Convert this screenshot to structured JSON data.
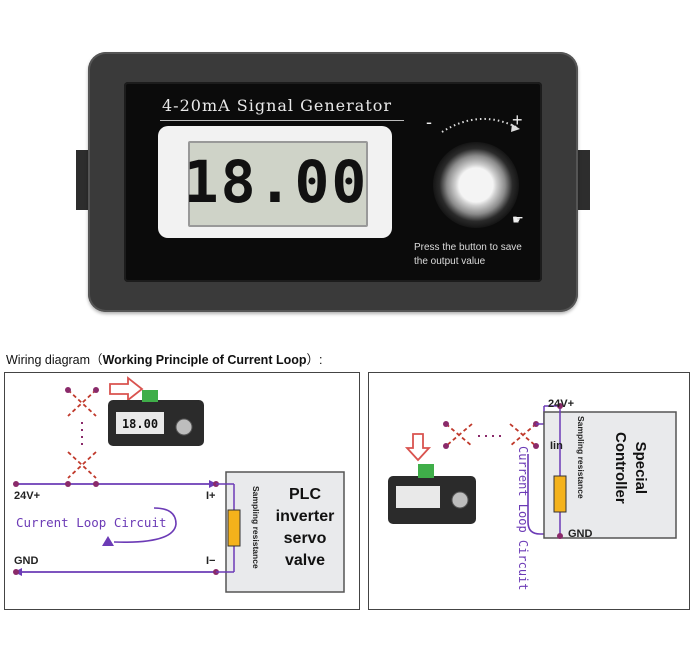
{
  "device": {
    "title": "4-20mA Signal Generator",
    "display_value": "18.00",
    "knob_minus": "-",
    "knob_plus": "+",
    "save_note_line1": "Press the button to save",
    "save_note_line2": "the output value"
  },
  "caption": {
    "prefix": "Wiring diagram（",
    "bold": "Working Principle of Current Loop",
    "suffix": "）:"
  },
  "left_diagram": {
    "supply_pos": "24V+",
    "supply_gnd": "GND",
    "terminal_pos": "I+",
    "terminal_neg": "I−",
    "loop_label": "Current Loop Circuit",
    "resistor_label": "Sampling resistance",
    "device_lines": [
      "PLC",
      "inverter",
      "servo",
      "valve"
    ],
    "mini_display": "18.00"
  },
  "right_diagram": {
    "supply_pos": "24V+",
    "supply_gnd": "GND",
    "terminal_in": "Iin",
    "loop_label": "Current Loop Circuit",
    "resistor_label": "Sampling resistance",
    "device_lines": [
      "Special",
      "Controller"
    ]
  },
  "colors": {
    "wire": "#6c3bb6",
    "node": "#8a2a6a",
    "resistor": "#f4b21b",
    "arrow": "#d9534f",
    "terminal_green": "#3fae49"
  }
}
